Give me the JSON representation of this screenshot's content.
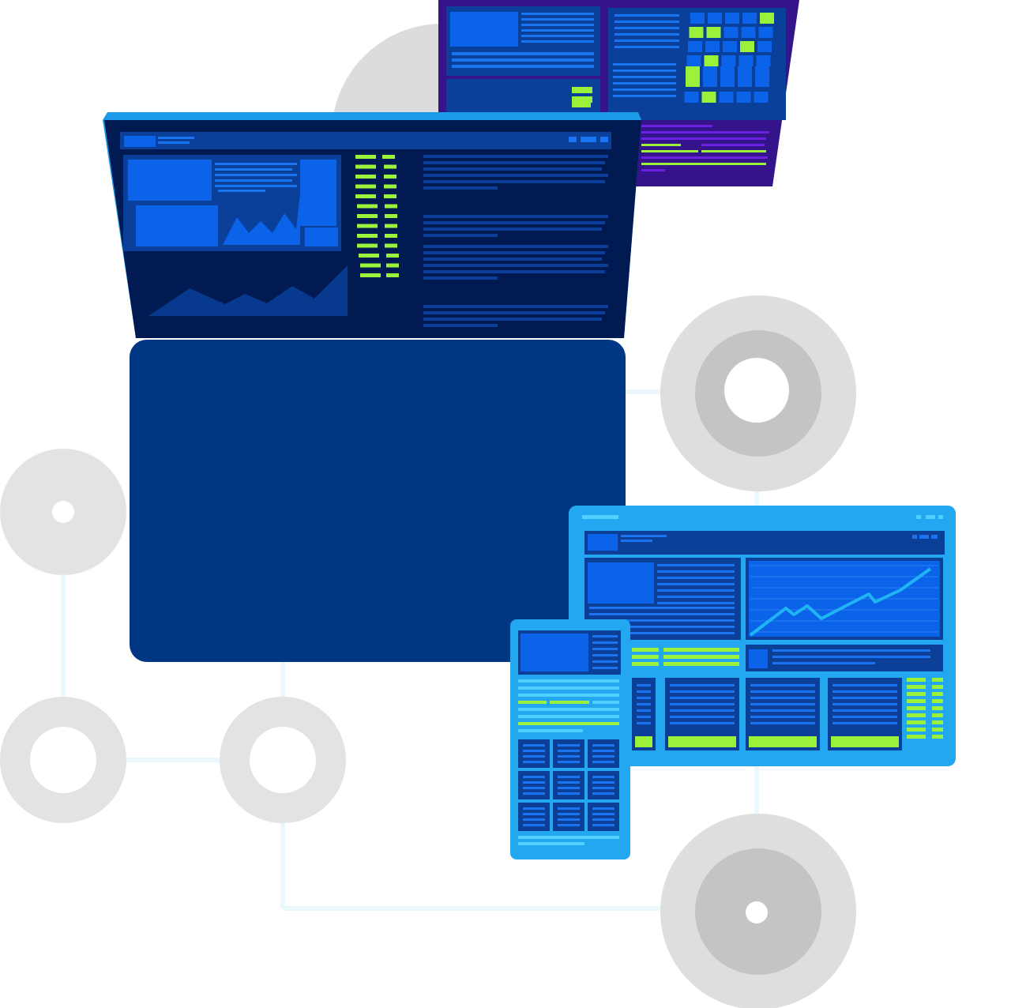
{
  "palette": {
    "background": "#ffffff",
    "node_ring_light": "#e2e2e2",
    "node_ring_dark": "#c4c4c4",
    "connector": "#eef8fc",
    "laptop_frame": "#021a52",
    "laptop_bezel_top": "#1e9be8",
    "laptop_body": "#003785",
    "panel_dark": "#073a8f",
    "panel_blue": "#0a63e8",
    "accent_green": "#9bf23b",
    "monitor_purple": "#35148b",
    "monitor_violet": "#6a22e0",
    "tablet_frame": "#22a7f0",
    "tablet_panel": "#0b3f98",
    "phone_frame": "#22a7f0",
    "cyan_line": "#4fd0ff"
  },
  "devices": [
    {
      "kind": "laptop",
      "name": "laptop"
    },
    {
      "kind": "monitor",
      "name": "rear-monitor"
    },
    {
      "kind": "tablet",
      "name": "tablet"
    },
    {
      "kind": "phone",
      "name": "phone"
    }
  ],
  "network": {
    "nodes": [
      {
        "id": "node-top-right"
      },
      {
        "id": "node-left"
      },
      {
        "id": "node-bottom-left"
      },
      {
        "id": "node-bottom-center"
      },
      {
        "id": "node-bottom-right"
      }
    ]
  }
}
